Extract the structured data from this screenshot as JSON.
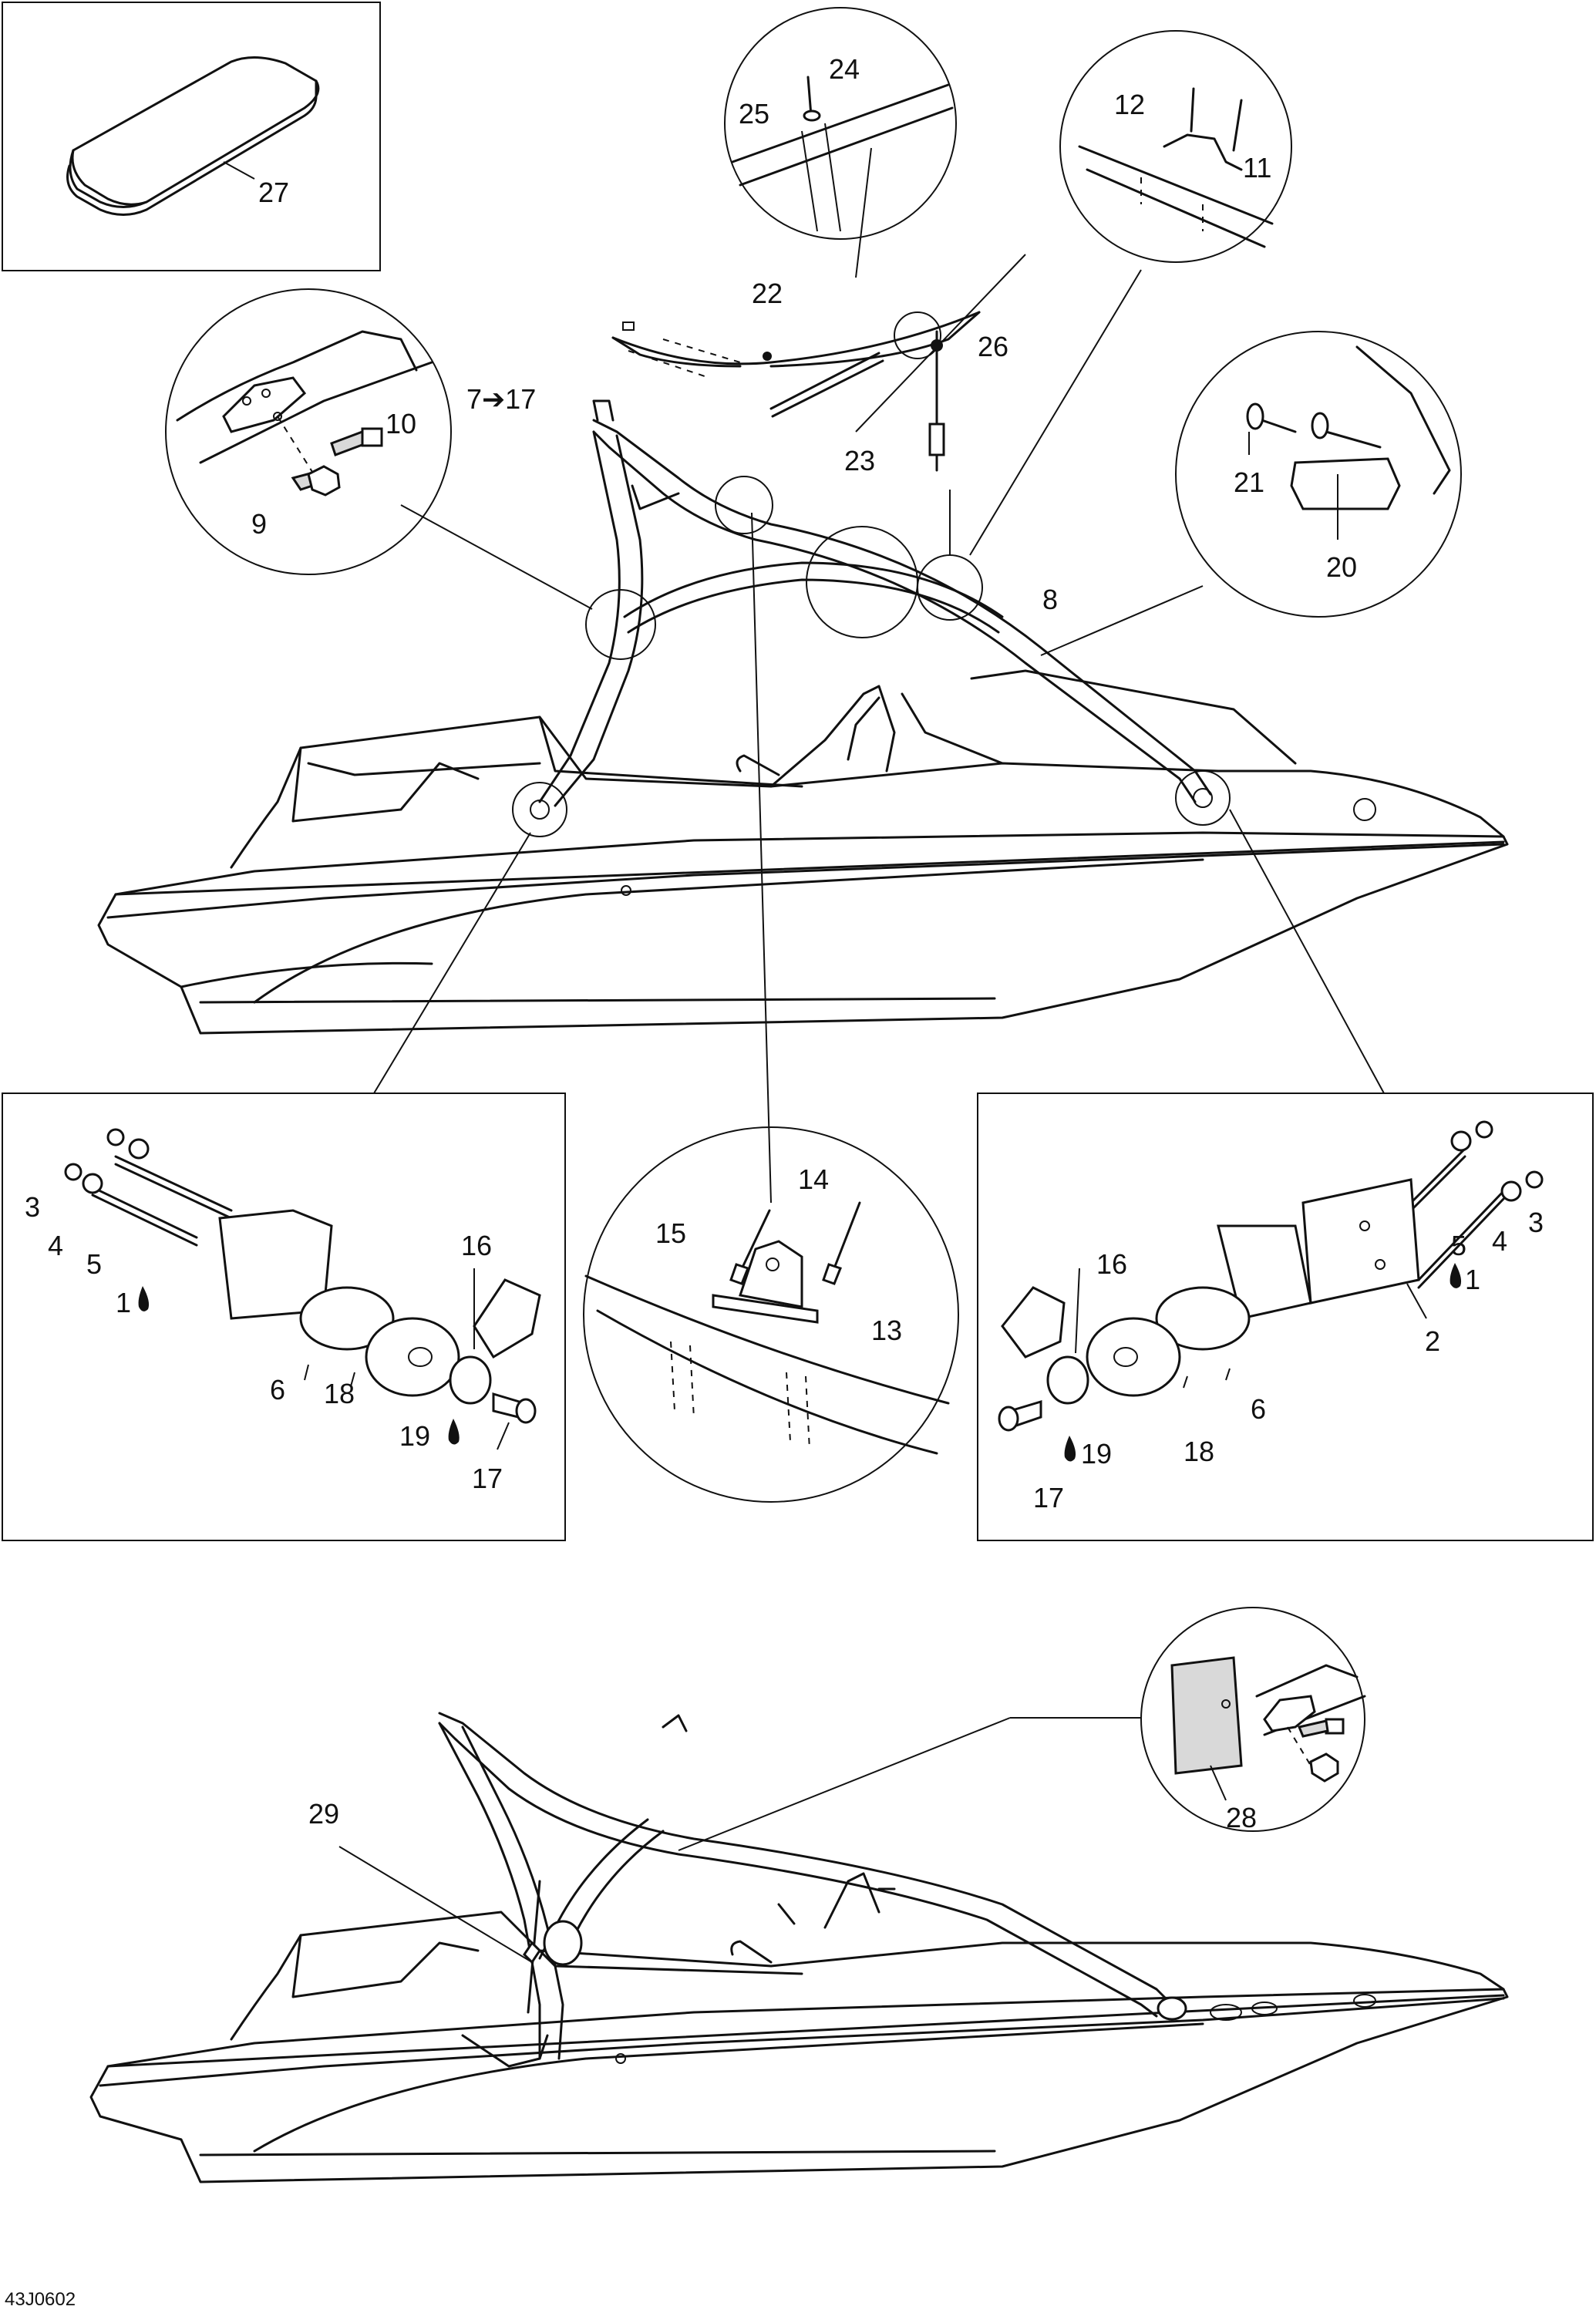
{
  "diagram": {
    "code": "43J0602",
    "labels": {
      "l1": "1",
      "l2": "2",
      "l3": "3",
      "l4": "4",
      "l5": "5",
      "l6": "6",
      "l7_17": "7➔17",
      "l8": "8",
      "l9": "9",
      "l10": "10",
      "l11": "11",
      "l12": "12",
      "l13": "13",
      "l14": "14",
      "l15": "15",
      "l16": "16",
      "l17": "17",
      "l18": "18",
      "l19": "19",
      "l20": "20",
      "l21": "21",
      "l22": "22",
      "l23": "23",
      "l24": "24",
      "l25": "25",
      "l26": "26",
      "l27": "27",
      "l28": "28",
      "l29": "29"
    },
    "icons": [
      "drop-icon"
    ]
  }
}
